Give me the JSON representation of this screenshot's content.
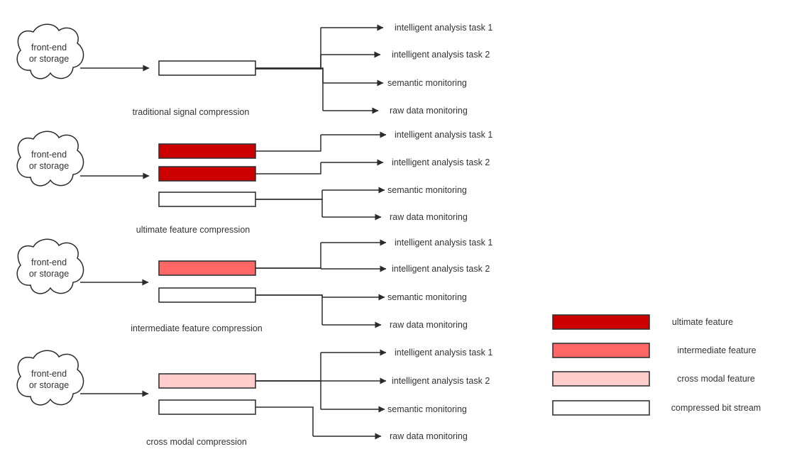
{
  "colors": {
    "ultimate": "#cc0000",
    "intermediate": "#ff6666",
    "cross_modal": "#ffcccc",
    "plain": "#ffffff"
  },
  "rows": [
    {
      "source": [
        "front-end",
        "or storage"
      ],
      "caption": "traditional signal compression",
      "boxes": [
        {
          "fill": "plain"
        }
      ],
      "outputs": [
        "intelligent analysis task 1",
        "intelligent analysis task 2",
        "semantic monitoring",
        "raw data monitoring"
      ]
    },
    {
      "source": [
        "front-end",
        "or storage"
      ],
      "caption": "ultimate feature compression",
      "boxes": [
        {
          "fill": "ultimate"
        },
        {
          "fill": "ultimate"
        },
        {
          "fill": "plain"
        }
      ],
      "outputs": [
        "intelligent analysis task 1",
        "intelligent analysis task 2",
        "semantic monitoring",
        "raw data monitoring"
      ]
    },
    {
      "source": [
        "front-end",
        "or storage"
      ],
      "caption": "intermediate feature compression",
      "boxes": [
        {
          "fill": "intermediate"
        },
        {
          "fill": "plain"
        }
      ],
      "outputs": [
        "intelligent analysis task 1",
        "intelligent analysis task 2",
        "semantic monitoring",
        "raw data monitoring"
      ]
    },
    {
      "source": [
        "front-end",
        "or storage"
      ],
      "caption": "cross modal compression",
      "boxes": [
        {
          "fill": "cross_modal"
        },
        {
          "fill": "plain"
        }
      ],
      "outputs": [
        "intelligent analysis task 1",
        "intelligent analysis task 2",
        "semantic monitoring",
        "raw data monitoring"
      ]
    }
  ],
  "legend": [
    {
      "fill": "ultimate",
      "label": "ultimate feature"
    },
    {
      "fill": "intermediate",
      "label": "intermediate feature"
    },
    {
      "fill": "cross_modal",
      "label": "cross modal feature"
    },
    {
      "fill": "plain",
      "label": "compressed bit stream"
    }
  ]
}
